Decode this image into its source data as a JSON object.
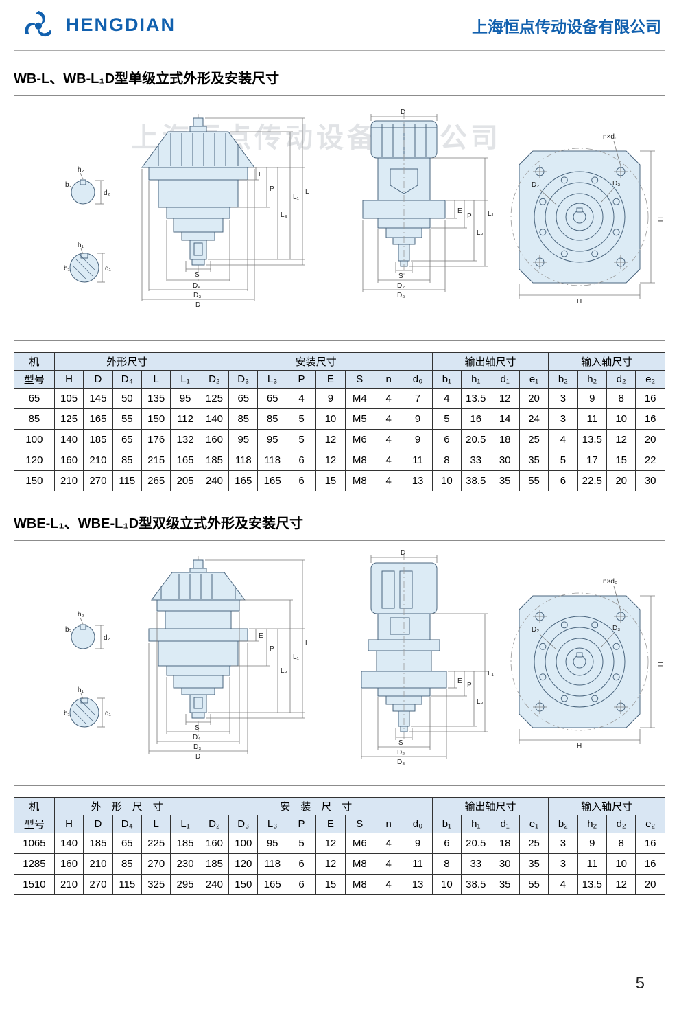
{
  "header": {
    "brand": "HENGDIAN",
    "company": "上海恒点传动设备有限公司",
    "logo_icon": "pinwheel-swirl-logo"
  },
  "sections": [
    {
      "title": "WB-L、WB-L₁D型单级立式外形及安装尺寸"
    },
    {
      "title": "WBE-L₁、WBE-L₁D型双级立式外形及安装尺寸"
    }
  ],
  "watermark": "上海恒点传动设备有限公司",
  "dims": {
    "D": "D",
    "D2": "D₂",
    "D3": "D₃",
    "D4": "D₄",
    "L": "L",
    "L1": "L₁",
    "L3": "L₃",
    "P": "P",
    "E": "E",
    "S": "S",
    "H": "H",
    "n_d0": "n×d₀",
    "b1": "b₁",
    "h1": "h₁",
    "d1": "d₁",
    "b2": "b₂",
    "h2": "h₂",
    "d2": "d₂"
  },
  "table1": {
    "group_headers": [
      {
        "label": "机",
        "span": 1
      },
      {
        "label": "外形尺寸",
        "span": 5
      },
      {
        "label": "安装尺寸",
        "span": 8
      },
      {
        "label": "输出轴尺寸",
        "span": 4
      },
      {
        "label": "输入轴尺寸",
        "span": 4
      }
    ],
    "sub_headers": [
      "型号",
      "H",
      "D",
      "D₄",
      "L",
      "L₁",
      "D₂",
      "D₃",
      "L₃",
      "P",
      "E",
      "S",
      "n",
      "d₀",
      "b₁",
      "h₁",
      "d₁",
      "e₁",
      "b₂",
      "h₂",
      "d₂",
      "e₂"
    ],
    "rows": [
      [
        "65",
        "105",
        "145",
        "50",
        "135",
        "95",
        "125",
        "65",
        "65",
        "4",
        "9",
        "M4",
        "4",
        "7",
        "4",
        "13.5",
        "12",
        "20",
        "3",
        "9",
        "8",
        "16"
      ],
      [
        "85",
        "125",
        "165",
        "55",
        "150",
        "112",
        "140",
        "85",
        "85",
        "5",
        "10",
        "M5",
        "4",
        "9",
        "5",
        "16",
        "14",
        "24",
        "3",
        "11",
        "10",
        "16"
      ],
      [
        "100",
        "140",
        "185",
        "65",
        "176",
        "132",
        "160",
        "95",
        "95",
        "5",
        "12",
        "M6",
        "4",
        "9",
        "6",
        "20.5",
        "18",
        "25",
        "4",
        "13.5",
        "12",
        "20"
      ],
      [
        "120",
        "160",
        "210",
        "85",
        "215",
        "165",
        "185",
        "118",
        "118",
        "6",
        "12",
        "M8",
        "4",
        "11",
        "8",
        "33",
        "30",
        "35",
        "5",
        "17",
        "15",
        "22"
      ],
      [
        "150",
        "210",
        "270",
        "115",
        "265",
        "205",
        "240",
        "165",
        "165",
        "6",
        "15",
        "M8",
        "4",
        "13",
        "10",
        "38.5",
        "35",
        "55",
        "6",
        "22.5",
        "20",
        "30"
      ]
    ]
  },
  "table2": {
    "group_headers": [
      {
        "label": "机",
        "span": 1
      },
      {
        "label": "外　形　尺　寸",
        "span": 5
      },
      {
        "label": "安　装　尺　寸",
        "span": 8
      },
      {
        "label": "输出轴尺寸",
        "span": 4
      },
      {
        "label": "输入轴尺寸",
        "span": 4
      }
    ],
    "sub_headers": [
      "型号",
      "H",
      "D",
      "D₄",
      "L",
      "L₁",
      "D₂",
      "D₃",
      "L₃",
      "P",
      "E",
      "S",
      "n",
      "d₀",
      "b₁",
      "h₁",
      "d₁",
      "e₁",
      "b₂",
      "h₂",
      "d₂",
      "e₂"
    ],
    "rows": [
      [
        "1065",
        "140",
        "185",
        "65",
        "225",
        "185",
        "160",
        "100",
        "95",
        "5",
        "12",
        "M6",
        "4",
        "9",
        "6",
        "20.5",
        "18",
        "25",
        "3",
        "9",
        "8",
        "16"
      ],
      [
        "1285",
        "160",
        "210",
        "85",
        "270",
        "230",
        "185",
        "120",
        "118",
        "6",
        "12",
        "M8",
        "4",
        "11",
        "8",
        "33",
        "30",
        "35",
        "3",
        "11",
        "10",
        "16"
      ],
      [
        "1510",
        "210",
        "270",
        "115",
        "325",
        "295",
        "240",
        "150",
        "165",
        "6",
        "15",
        "M8",
        "4",
        "13",
        "10",
        "38.5",
        "35",
        "55",
        "4",
        "13.5",
        "12",
        "20"
      ]
    ]
  },
  "page_number": "5"
}
